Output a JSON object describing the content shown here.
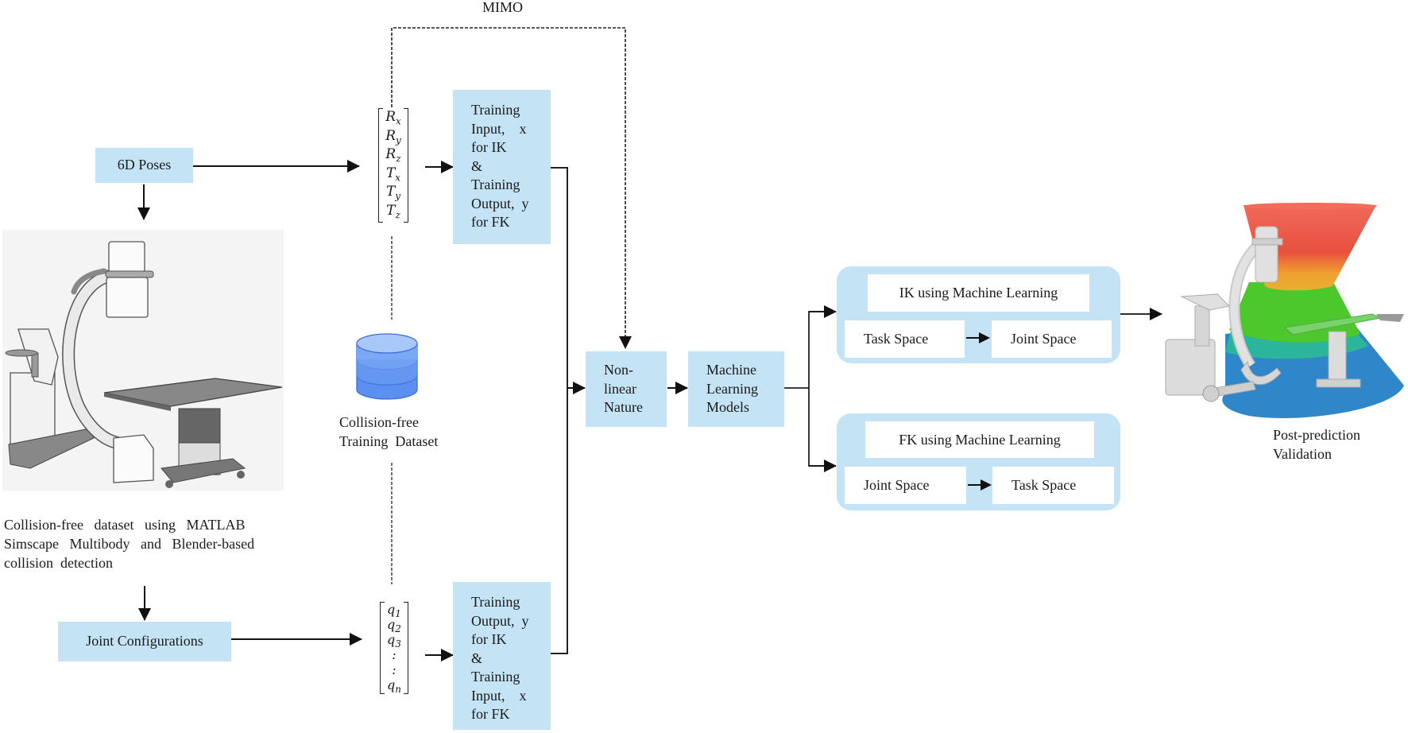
{
  "title_mimo": "MIMO",
  "poses_box": {
    "label": "6D Poses"
  },
  "joint_box": {
    "label": "Joint Configurations"
  },
  "left_caption": [
    "Collision-free   dataset   using   MATLAB",
    "Simscape   Multibody   and   Blender-based",
    "collision  detection"
  ],
  "pose_vector": [
    {
      "sym": "R",
      "sub": "x"
    },
    {
      "sym": "R",
      "sub": "y"
    },
    {
      "sym": "R",
      "sub": "z"
    },
    {
      "sym": "T",
      "sub": "x"
    },
    {
      "sym": "T",
      "sub": "y"
    },
    {
      "sym": "T",
      "sub": "z"
    }
  ],
  "joint_vector": [
    {
      "sym": "q",
      "sub": "1"
    },
    {
      "sym": "q",
      "sub": "2"
    },
    {
      "sym": "q",
      "sub": "3"
    },
    {
      "sym": ":",
      "sub": ""
    },
    {
      "sym": ":",
      "sub": ""
    },
    {
      "sym": "q",
      "sub": "n"
    }
  ],
  "training_top": [
    "Training",
    "Input,    x",
    "for IK",
    "&",
    "Training",
    "Output,  y",
    "for FK"
  ],
  "training_bottom": [
    "Training",
    "Output,  y",
    "for IK",
    "&",
    "Training",
    "Input,    x",
    "for FK"
  ],
  "dataset": {
    "icon": "database-icon",
    "label_lines": [
      "Collision-free",
      "Training  Dataset"
    ]
  },
  "nonlinear_box": [
    "Non-",
    "linear",
    "Nature"
  ],
  "ml_box": [
    "Machine",
    "Learning",
    "Models"
  ],
  "ik_panel": {
    "title": "IK using Machine  Learning",
    "from": "Task Space",
    "to": "Joint Space"
  },
  "fk_panel": {
    "title": "FK using Machine  Learning",
    "from": "Joint Space",
    "to": "Task Space"
  },
  "validation": {
    "label_lines": [
      "Post-prediction",
      "Validation"
    ]
  },
  "colors": {
    "box_fill": "#c4e4f5",
    "line": "#1a1a1a",
    "db_blue": "#5b8ff0"
  }
}
